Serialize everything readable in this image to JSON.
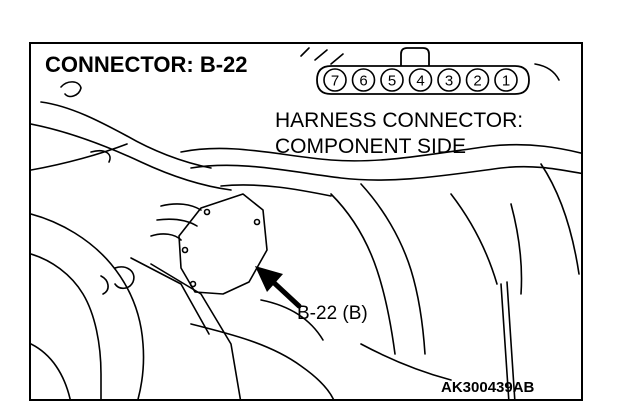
{
  "title": "CONNECTOR: B-22",
  "harness_label": {
    "line1": "HARNESS CONNECTOR:",
    "line2": "COMPONENT SIDE"
  },
  "connector_pins": [
    "7",
    "6",
    "5",
    "4",
    "3",
    "2",
    "1"
  ],
  "callout": "B-22 (B)",
  "figure_id": "AK300439AB",
  "colors": {
    "line": "#000000",
    "background": "#ffffff"
  }
}
